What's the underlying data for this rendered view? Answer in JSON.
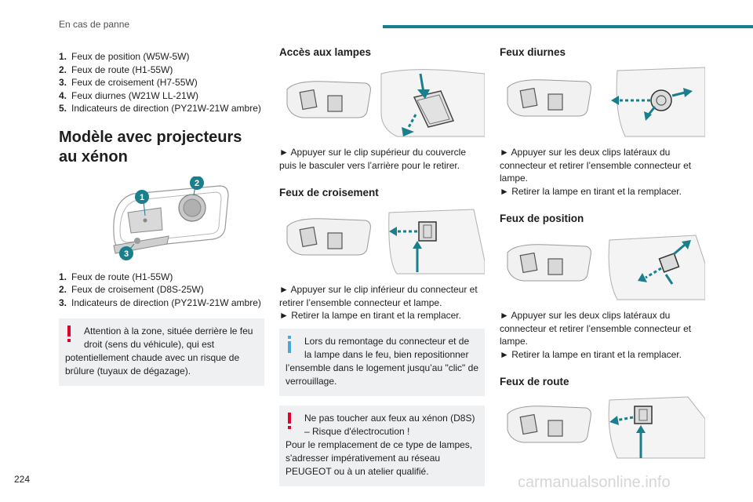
{
  "header": {
    "title": "En cas de panne"
  },
  "page_number": "224",
  "watermark": "carmanualsonline.info",
  "col1": {
    "list1": [
      {
        "n": "1.",
        "text": "Feux de position (W5W-5W)"
      },
      {
        "n": "2.",
        "text": "Feux de route (H1-55W)"
      },
      {
        "n": "3.",
        "text": "Feux de croisement (H7-55W)"
      },
      {
        "n": "4.",
        "text": "Feux diurnes (W21W LL-21W)"
      },
      {
        "n": "5.",
        "text": "Indicateurs de direction (PY21W-21W ambre)"
      }
    ],
    "xenon_title": "Modèle avec projecteurs au xénon",
    "callouts": [
      "1",
      "2",
      "3"
    ],
    "list2": [
      {
        "n": "1.",
        "text": "Feux de route (H1-55W)"
      },
      {
        "n": "2.",
        "text": "Feux de croisement (D8S-25W)"
      },
      {
        "n": "3.",
        "text": "Indicateurs de direction (PY21W-21W ambre)"
      }
    ],
    "warning": {
      "first": "Attention à la zone, située derrière le feu droit (sens du véhicule), qui est",
      "rest": "potentiellement chaude avec un risque de brûlure (tuyaux de dégazage)."
    }
  },
  "col2": {
    "access_title": "Accès aux lampes",
    "access_text": "► Appuyer sur le clip supérieur du couvercle puis le basculer vers l’arrière pour le retirer.",
    "croisement_title": "Feux de croisement",
    "croisement_text1": "► Appuyer sur le clip inférieur du connecteur et retirer l’ensemble connecteur et lampe.",
    "croisement_text2": "► Retirer la lampe en tirant et la remplacer.",
    "info_first": "Lors du remontage du connecteur et de la lampe dans le feu, bien repositionner",
    "info_rest": "l’ensemble dans le logement jusqu’au \"clic\" de verrouillage.",
    "warn_first": "Ne pas toucher aux feux au xénon (D8S) – Risque d'électrocution !",
    "warn_rest": "Pour le remplacement de ce type de lampes, s'adresser impérativement au réseau PEUGEOT ou à un atelier qualifié."
  },
  "col3": {
    "diurnes_title": "Feux diurnes",
    "diurnes_text1": "► Appuyer sur les deux clips latéraux du connecteur et retirer l’ensemble connecteur et lampe.",
    "diurnes_text2": "► Retirer la lampe en tirant et la remplacer.",
    "position_title": "Feux de position",
    "position_text1": "► Appuyer sur les deux clips latéraux du connecteur et retirer l’ensemble connecteur et lampe.",
    "position_text2": "► Retirer la lampe en tirant et la remplacer.",
    "route_title": "Feux de route"
  },
  "colors": {
    "accent": "#1a7f8c",
    "warning": "#e4002b",
    "info": "#4aa8d8",
    "note_bg": "#eef0f2"
  }
}
